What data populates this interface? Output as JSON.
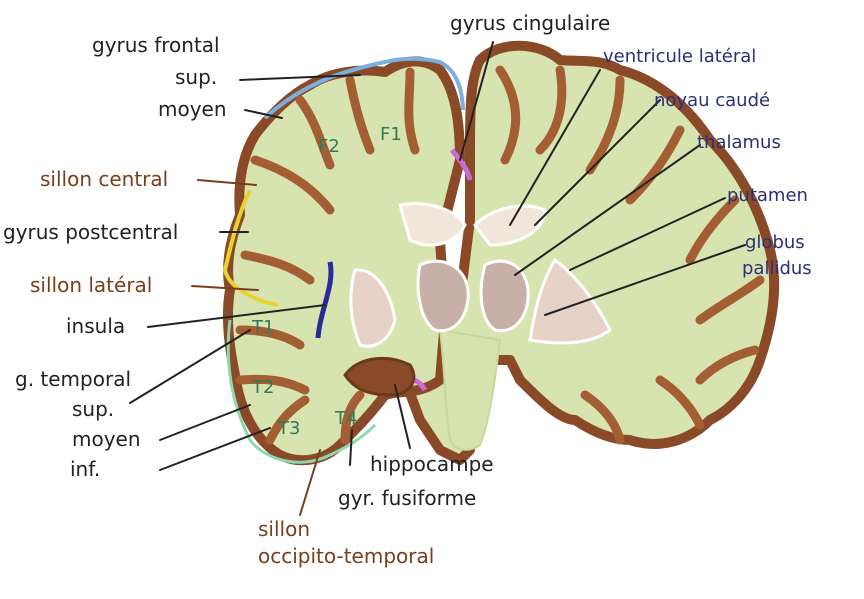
{
  "colors": {
    "white_matter": "#d8e4b0",
    "gray_matter": "#8a4a28",
    "gray_matter_light": "#b0703f",
    "gyrus_frontal_outline": "#7ab0e0",
    "sillon_central_outline": "#e8d430",
    "gyrus_cingulaire_outline": "#c86cd8",
    "insula_outline": "#2a2a9a",
    "temporal_outline": "#8ed8b0",
    "ventricle": "#f2e6da",
    "thalamus": "#c8b0a8",
    "putamen": "#e6d2c6",
    "label_dark": "#222222",
    "label_blue": "#2b2f7a",
    "label_brown": "#7a3e1c",
    "label_green": "#2f7a5a"
  },
  "labels": {
    "gyrus_frontal": "gyrus frontal",
    "sup1": "sup.",
    "moyen1": "moyen",
    "sillon_central": "sillon central",
    "gyrus_postcentral": "gyrus postcentral",
    "sillon_lateral": "sillon latéral",
    "insula": "insula",
    "g_temporal": "g. temporal",
    "sup2": "sup.",
    "moyen2": "moyen",
    "inf": "inf.",
    "sillon": "sillon",
    "occipito_temporal": "occipito-temporal",
    "gyr_fusiforme": "gyr. fusiforme",
    "hippocampe": "hippocampe",
    "gyrus_cingulaire": "gyrus cingulaire",
    "ventricule_lateral": "ventricule latéral",
    "noyau_caude": "noyau caudé",
    "thalamus": "thalamus",
    "putamen": "putamen",
    "globus": "globus",
    "pallidus": "pallidus"
  },
  "region_codes": {
    "f1": "F1",
    "f2": "F2",
    "t1": "T1",
    "t2": "T2",
    "t3": "T3",
    "t4": "T4"
  }
}
